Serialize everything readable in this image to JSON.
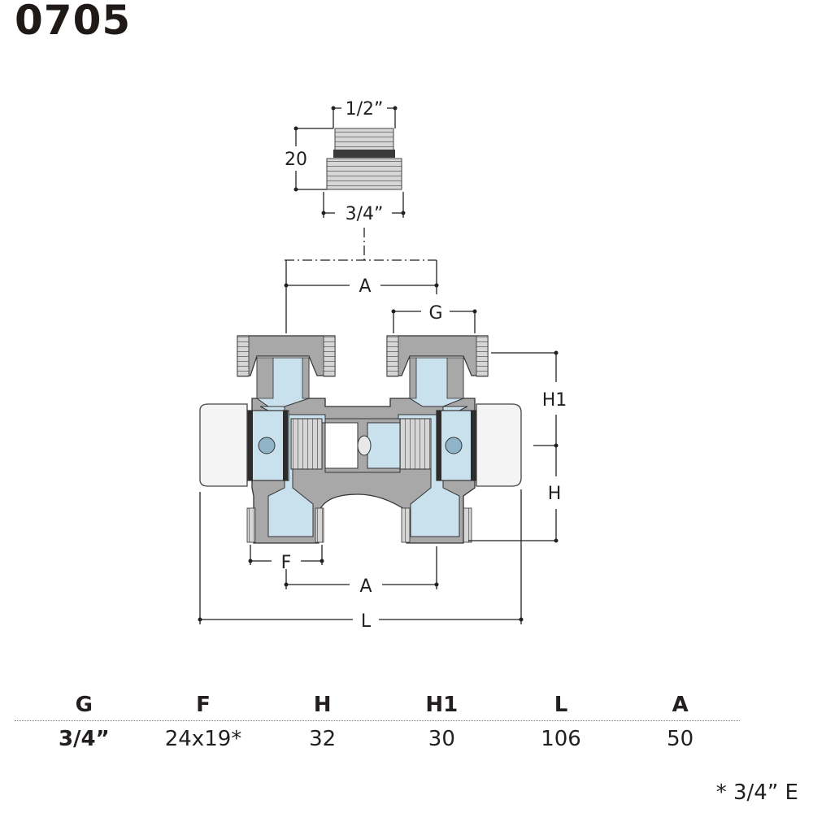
{
  "product_code": "0705",
  "dimension_labels": {
    "half_inch": "1/2”",
    "length_20": "20",
    "three_quarter": "3/4”",
    "A_top": "A",
    "G": "G",
    "H1": "H1",
    "H": "H",
    "F": "F",
    "A_bottom": "A",
    "L": "L"
  },
  "table": {
    "headers": [
      "G",
      "F",
      "H",
      "H1",
      "L",
      "A"
    ],
    "values": [
      "3/4”",
      "24x19*",
      "32",
      "30",
      "106",
      "50"
    ]
  },
  "footnote": "* 3/4” E",
  "colors": {
    "body_grey": "#a9a8a8",
    "water_blue": "#c9e1ec",
    "dark_line": "#231f20"
  }
}
